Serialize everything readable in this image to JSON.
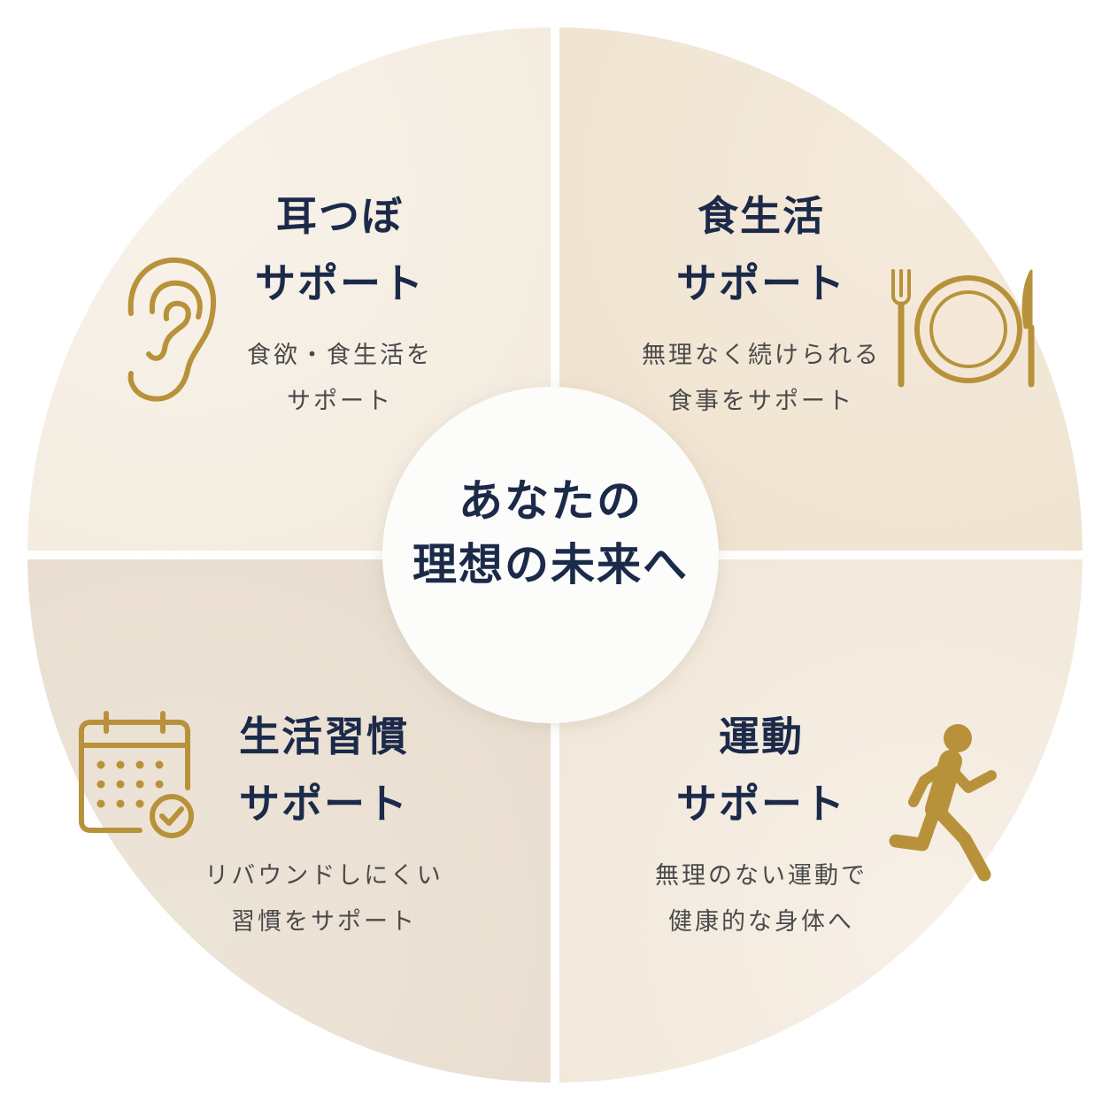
{
  "center": {
    "line1": "あなたの",
    "line2": "理想の未来へ"
  },
  "quadrants": [
    {
      "title1": "耳つぼ",
      "title2": "サポート",
      "sub1": "食欲・食生活を",
      "sub2": "サポート",
      "icon": "ear-icon"
    },
    {
      "title1": "食生活",
      "title2": "サポート",
      "sub1": "無理なく続けられる",
      "sub2": "食事をサポート",
      "icon": "plate-utensils-icon"
    },
    {
      "title1": "生活習慣",
      "title2": "サポート",
      "sub1": "リバウンドしにくい",
      "sub2": "習慣をサポート",
      "icon": "calendar-check-icon"
    },
    {
      "title1": "運動",
      "title2": "サポート",
      "sub1": "無理のない運動で",
      "sub2": "健康的な身体へ",
      "icon": "running-person-icon"
    }
  ],
  "colors": {
    "quadrant_top_left": "#f6efe4",
    "quadrant_top_right": "#f2e6d5",
    "quadrant_bottom_left": "#ebe1d4",
    "quadrant_bottom_right": "#f4ece1",
    "center_circle": "#fcfcfb",
    "title": "#1c2a4a",
    "subtitle": "#4a4a4a",
    "icon_gold": "#b8923a",
    "divider": "#ffffff"
  }
}
